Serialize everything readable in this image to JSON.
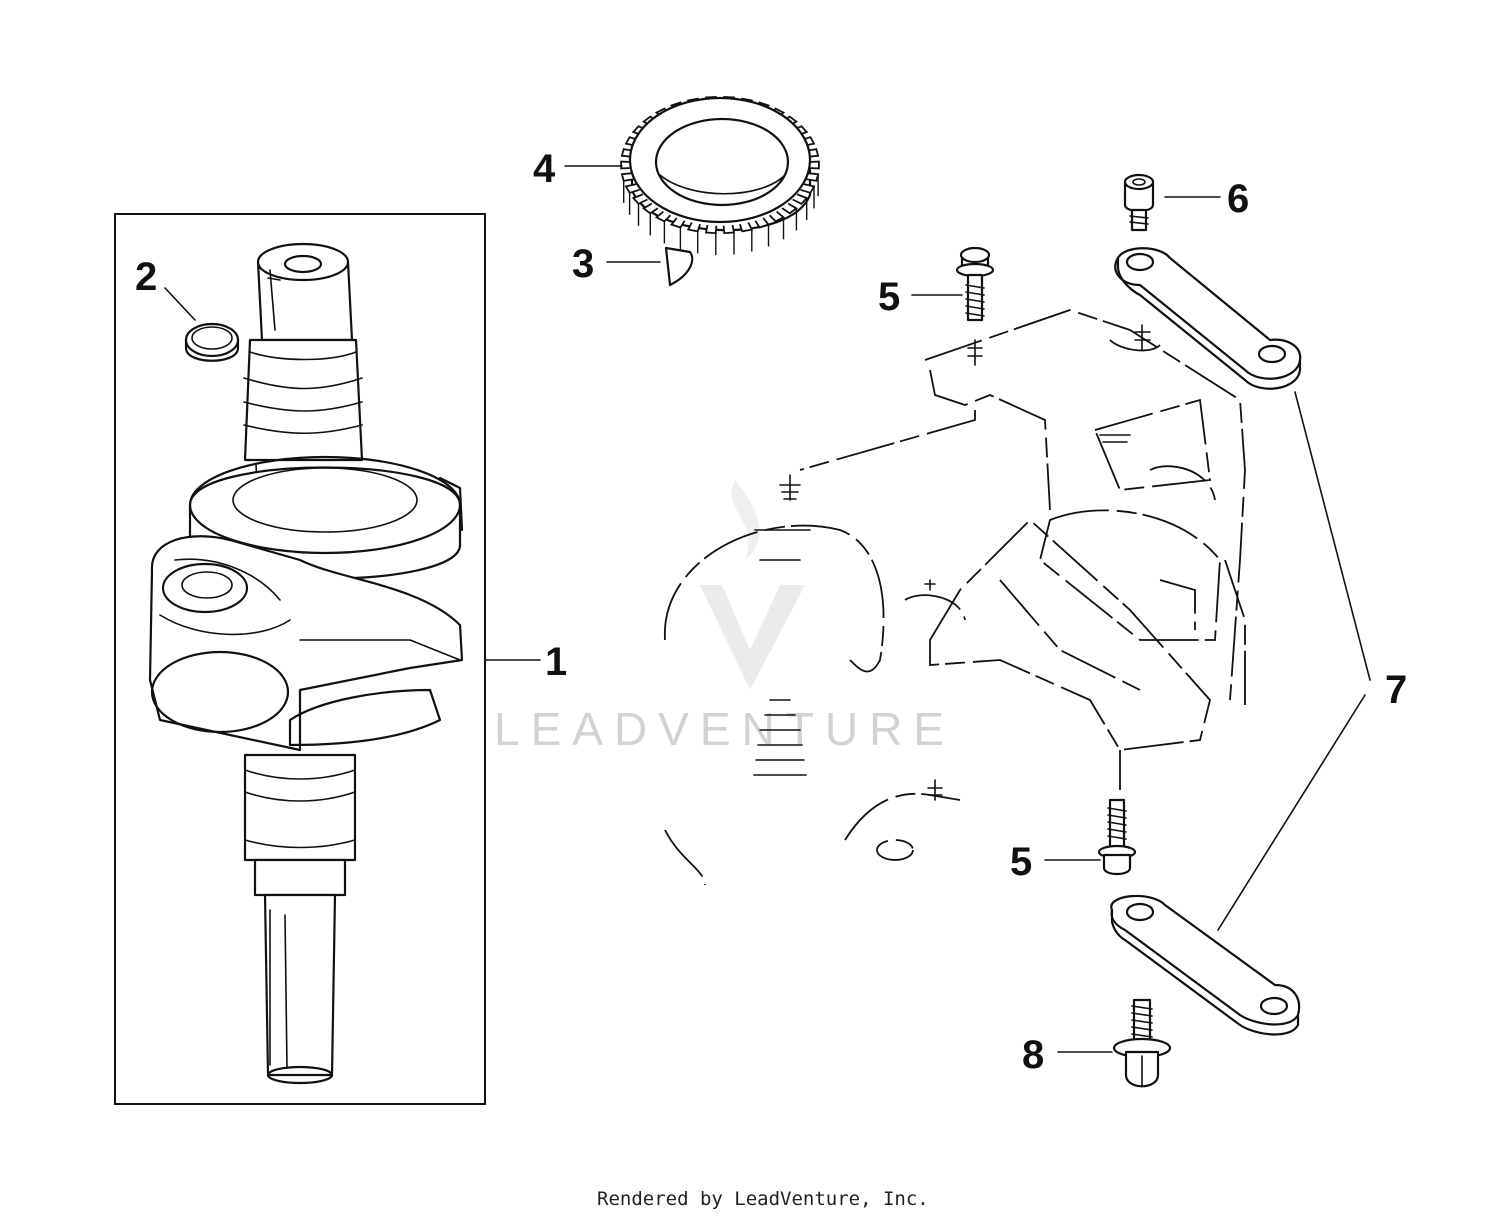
{
  "callouts": {
    "c1": "1",
    "c2": "2",
    "c3": "3",
    "c4": "4",
    "c5a": "5",
    "c5b": "5",
    "c6": "6",
    "c7": "7",
    "c8": "8"
  },
  "watermark": {
    "text": "LEADVENTURE"
  },
  "footer": {
    "rendered_by": "Rendered by LeadVenture, Inc."
  },
  "colors": {
    "line": "#111111",
    "watermark": "#d2d2d2",
    "background": "#ffffff"
  }
}
